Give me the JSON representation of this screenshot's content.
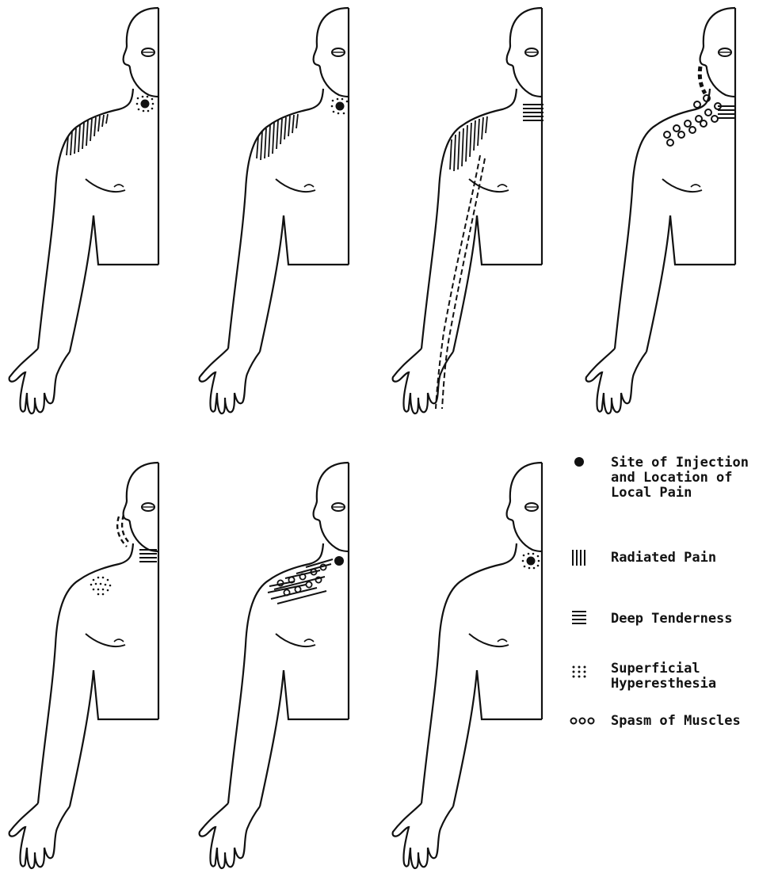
{
  "legend": [
    {
      "symbol": "solid-dot",
      "label": "Site of Injection\nand Location of\nLocal Pain"
    },
    {
      "symbol": "vertical-hatch",
      "label": "Radiated Pain"
    },
    {
      "symbol": "horizontal-hatch",
      "label": "Deep Tenderness"
    },
    {
      "symbol": "dots",
      "label": "Superficial\nHyperesthesia"
    },
    {
      "symbol": "circles",
      "label": "Spasm of Muscles"
    }
  ],
  "figures": [
    {
      "marks": [
        "solid-dot",
        "dots",
        "vertical-hatch"
      ]
    },
    {
      "marks": [
        "solid-dot",
        "dots",
        "vertical-hatch"
      ]
    },
    {
      "marks": [
        "horizontal-hatch",
        "vertical-hatch",
        "dashed-arm-line"
      ]
    },
    {
      "marks": [
        "horizontal-hatch",
        "circles",
        "neck-dashes"
      ]
    },
    {
      "marks": [
        "horizontal-hatch",
        "dots",
        "neck-dashes"
      ]
    },
    {
      "marks": [
        "solid-dot",
        "horizontal-hatch",
        "circles"
      ]
    },
    {
      "marks": [
        "solid-dot",
        "dots"
      ]
    }
  ],
  "colors": {
    "ink": "#111111",
    "paper": "#ffffff"
  }
}
